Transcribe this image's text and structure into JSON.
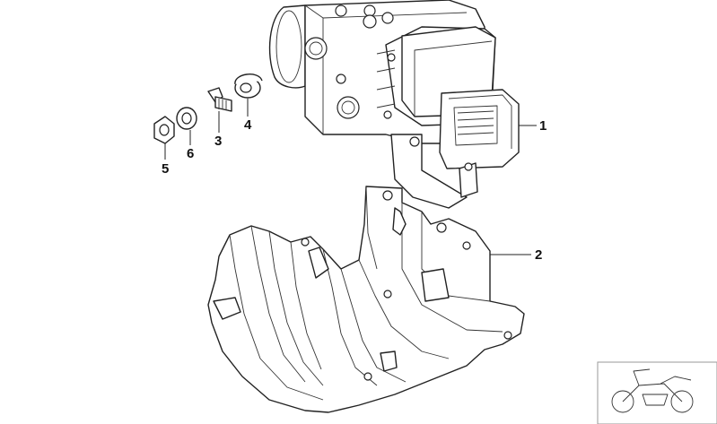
{
  "callouts": [
    {
      "id": "1",
      "label": "1"
    },
    {
      "id": "2",
      "label": "2"
    },
    {
      "id": "3",
      "label": "3"
    },
    {
      "id": "4",
      "label": "4"
    },
    {
      "id": "5",
      "label": "5"
    },
    {
      "id": "6",
      "label": "6"
    }
  ],
  "thumbnail": {
    "icon": "motorcycle-icon"
  }
}
